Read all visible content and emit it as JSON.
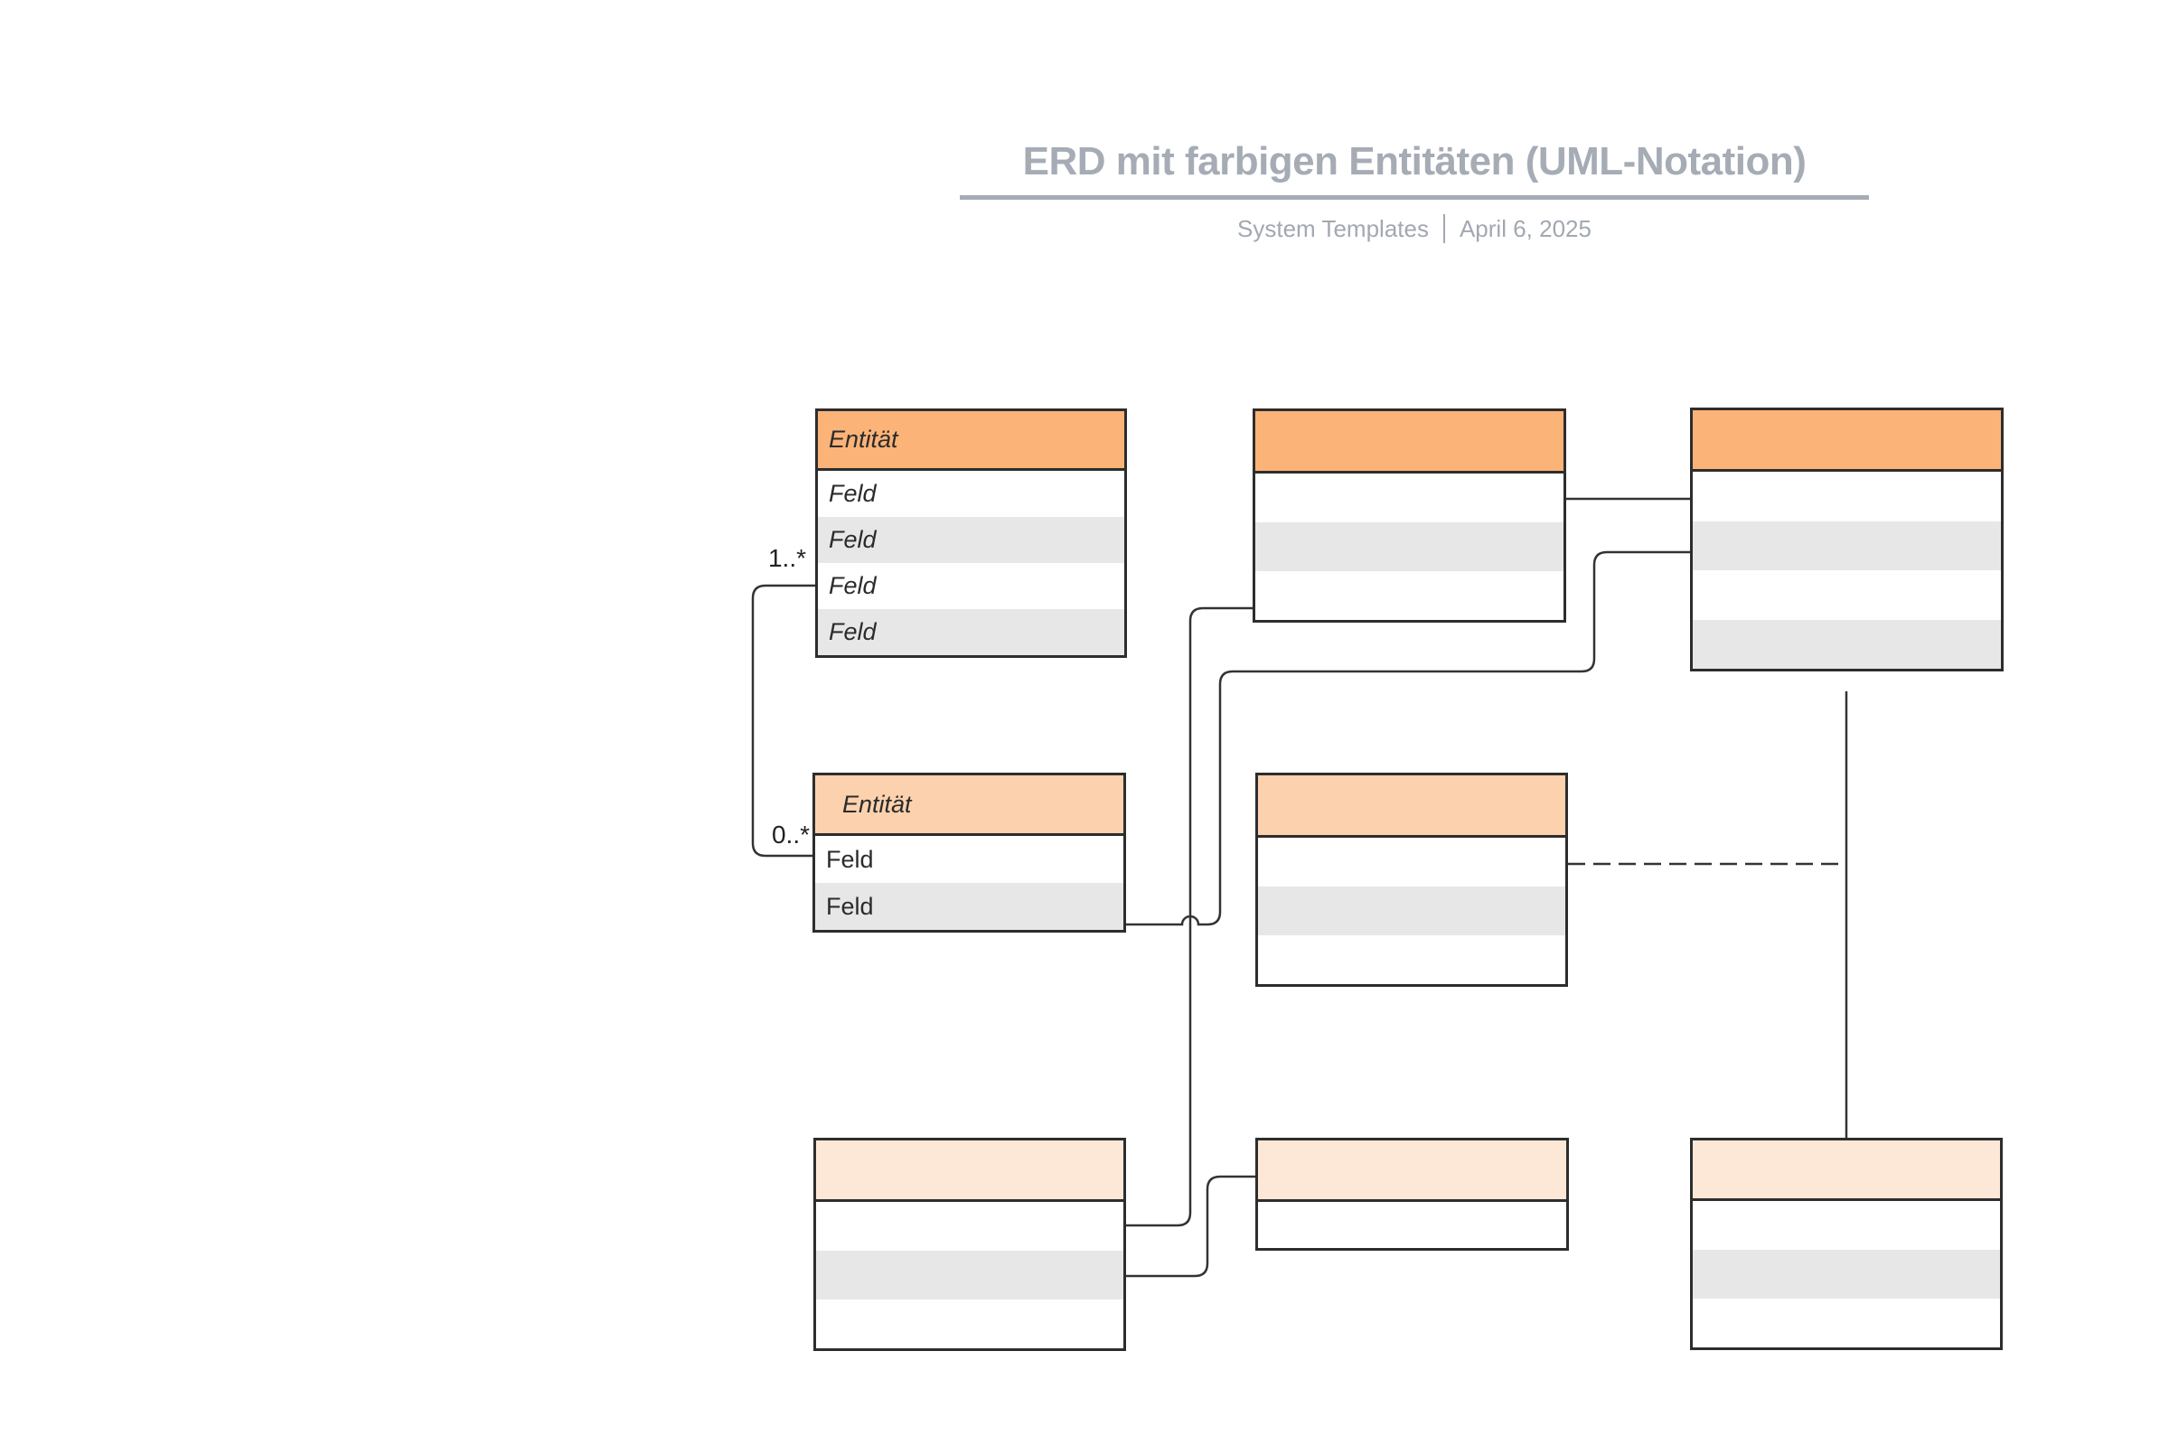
{
  "header": {
    "title": "ERD mit farbigen Entitäten (UML-Notation)",
    "meta_left": "System Templates",
    "meta_right": "April 6, 2025"
  },
  "labels": {
    "one_to_many": "1..*",
    "zero_to_many": "0..*"
  },
  "palette": {
    "header_strong": "#FBB378",
    "header_medium": "#FCD2AE",
    "header_light": "#FDE8D8",
    "row_alternate": "#E7E7E7",
    "box_border": "#2D2D2D",
    "connector": "#333333",
    "title_gray": "#A6ACB5"
  },
  "entities": [
    {
      "id": "top-left",
      "tier": "strong",
      "title": "Entität",
      "fields": [
        "Feld",
        "Feld",
        "Feld",
        "Feld"
      ]
    },
    {
      "id": "middle-left",
      "tier": "medium",
      "title": "Entität",
      "fields": [
        "Feld",
        "Feld"
      ]
    },
    {
      "id": "top-middle",
      "tier": "strong",
      "title": "",
      "rows": 3
    },
    {
      "id": "top-right",
      "tier": "strong",
      "title": "",
      "rows": 4
    },
    {
      "id": "middle-center",
      "tier": "medium",
      "title": "",
      "rows": 3
    },
    {
      "id": "bottom-left",
      "tier": "light",
      "title": "",
      "rows": 3
    },
    {
      "id": "bottom-middle",
      "tier": "light",
      "title": "",
      "rows": 1
    },
    {
      "id": "bottom-right",
      "tier": "light",
      "title": "",
      "rows": 3
    }
  ]
}
